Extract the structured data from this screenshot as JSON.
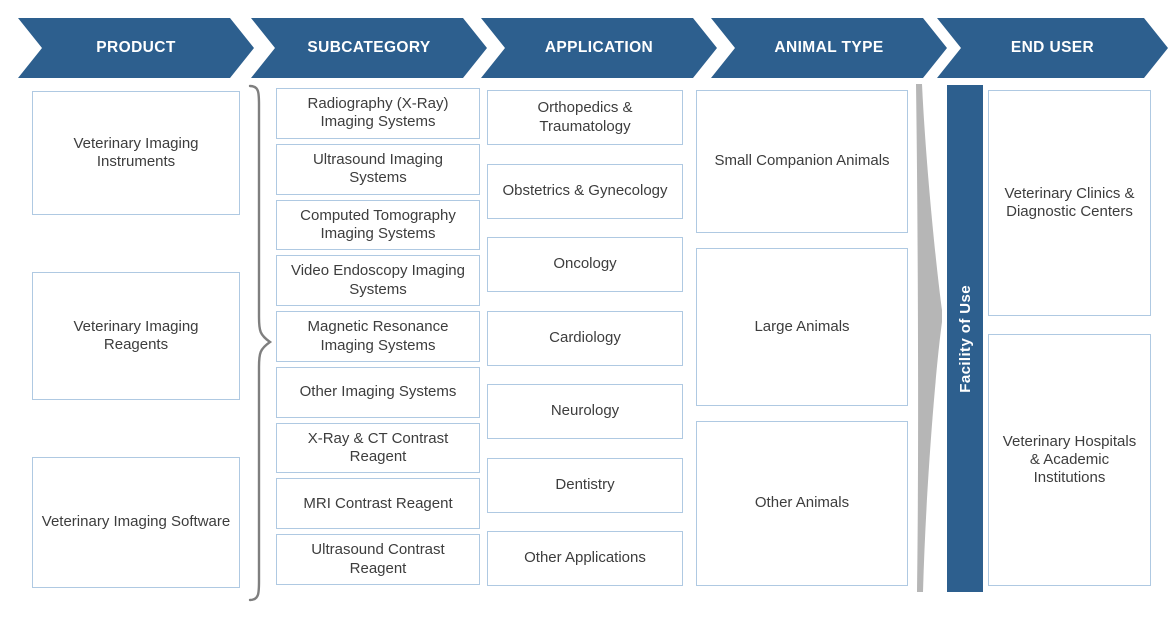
{
  "headers": [
    "PRODUCT",
    "SUBCATEGORY",
    "APPLICATION",
    "ANIMAL TYPE",
    "END USER"
  ],
  "product": {
    "items": [
      "Veterinary Imaging Instruments",
      "Veterinary Imaging Reagents",
      "Veterinary Imaging Software"
    ]
  },
  "subcategory": {
    "items": [
      "Radiography (X-Ray) Imaging Systems",
      "Ultrasound Imaging Systems",
      "Computed Tomography Imaging Systems",
      "Video Endoscopy Imaging Systems",
      "Magnetic Resonance Imaging Systems",
      "Other Imaging Systems",
      "X-Ray & CT Contrast Reagent",
      "MRI Contrast Reagent",
      "Ultrasound Contrast Reagent"
    ]
  },
  "application": {
    "items": [
      "Orthopedics & Traumatology",
      "Obstetrics & Gynecology",
      "Oncology",
      "Cardiology",
      "Neurology",
      "Dentistry",
      "Other Applications"
    ]
  },
  "animal_type": {
    "items": [
      "Small Companion Animals",
      "Large Animals",
      "Other Animals"
    ]
  },
  "end_user": {
    "items": [
      "Veterinary Clinics & Diagnostic Centers",
      "Veterinary Hospitals & Academic Institutions"
    ]
  },
  "facility_bar": {
    "label": "Facility of Use"
  },
  "colors": {
    "header_blue": "#2d5f8e",
    "box_border": "#afc9e2",
    "box_text": "#3d3d3d",
    "decoration_gray": "#9c9c9c"
  }
}
